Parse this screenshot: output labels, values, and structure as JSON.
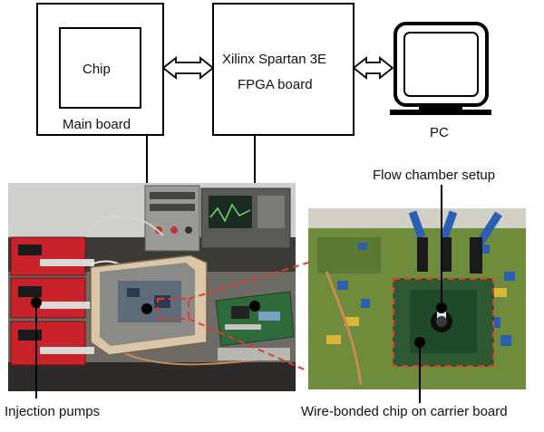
{
  "blocks": {
    "chip": "Chip",
    "main_board": "Main board",
    "fpga_line1": "Xilinx Spartan 3E",
    "fpga_line2": "FPGA board",
    "pc": "PC"
  },
  "photo_labels": {
    "flow_chamber": "Flow chamber setup",
    "injection_pumps": "Injection pumps",
    "wire_bonded": "Wire-bonded chip on carrier board"
  },
  "colors": {
    "outline": "#000000",
    "zoom_dash": "#e53a2a",
    "pump_red": "#c8232a",
    "pcb_green": "#2f6b3a"
  }
}
